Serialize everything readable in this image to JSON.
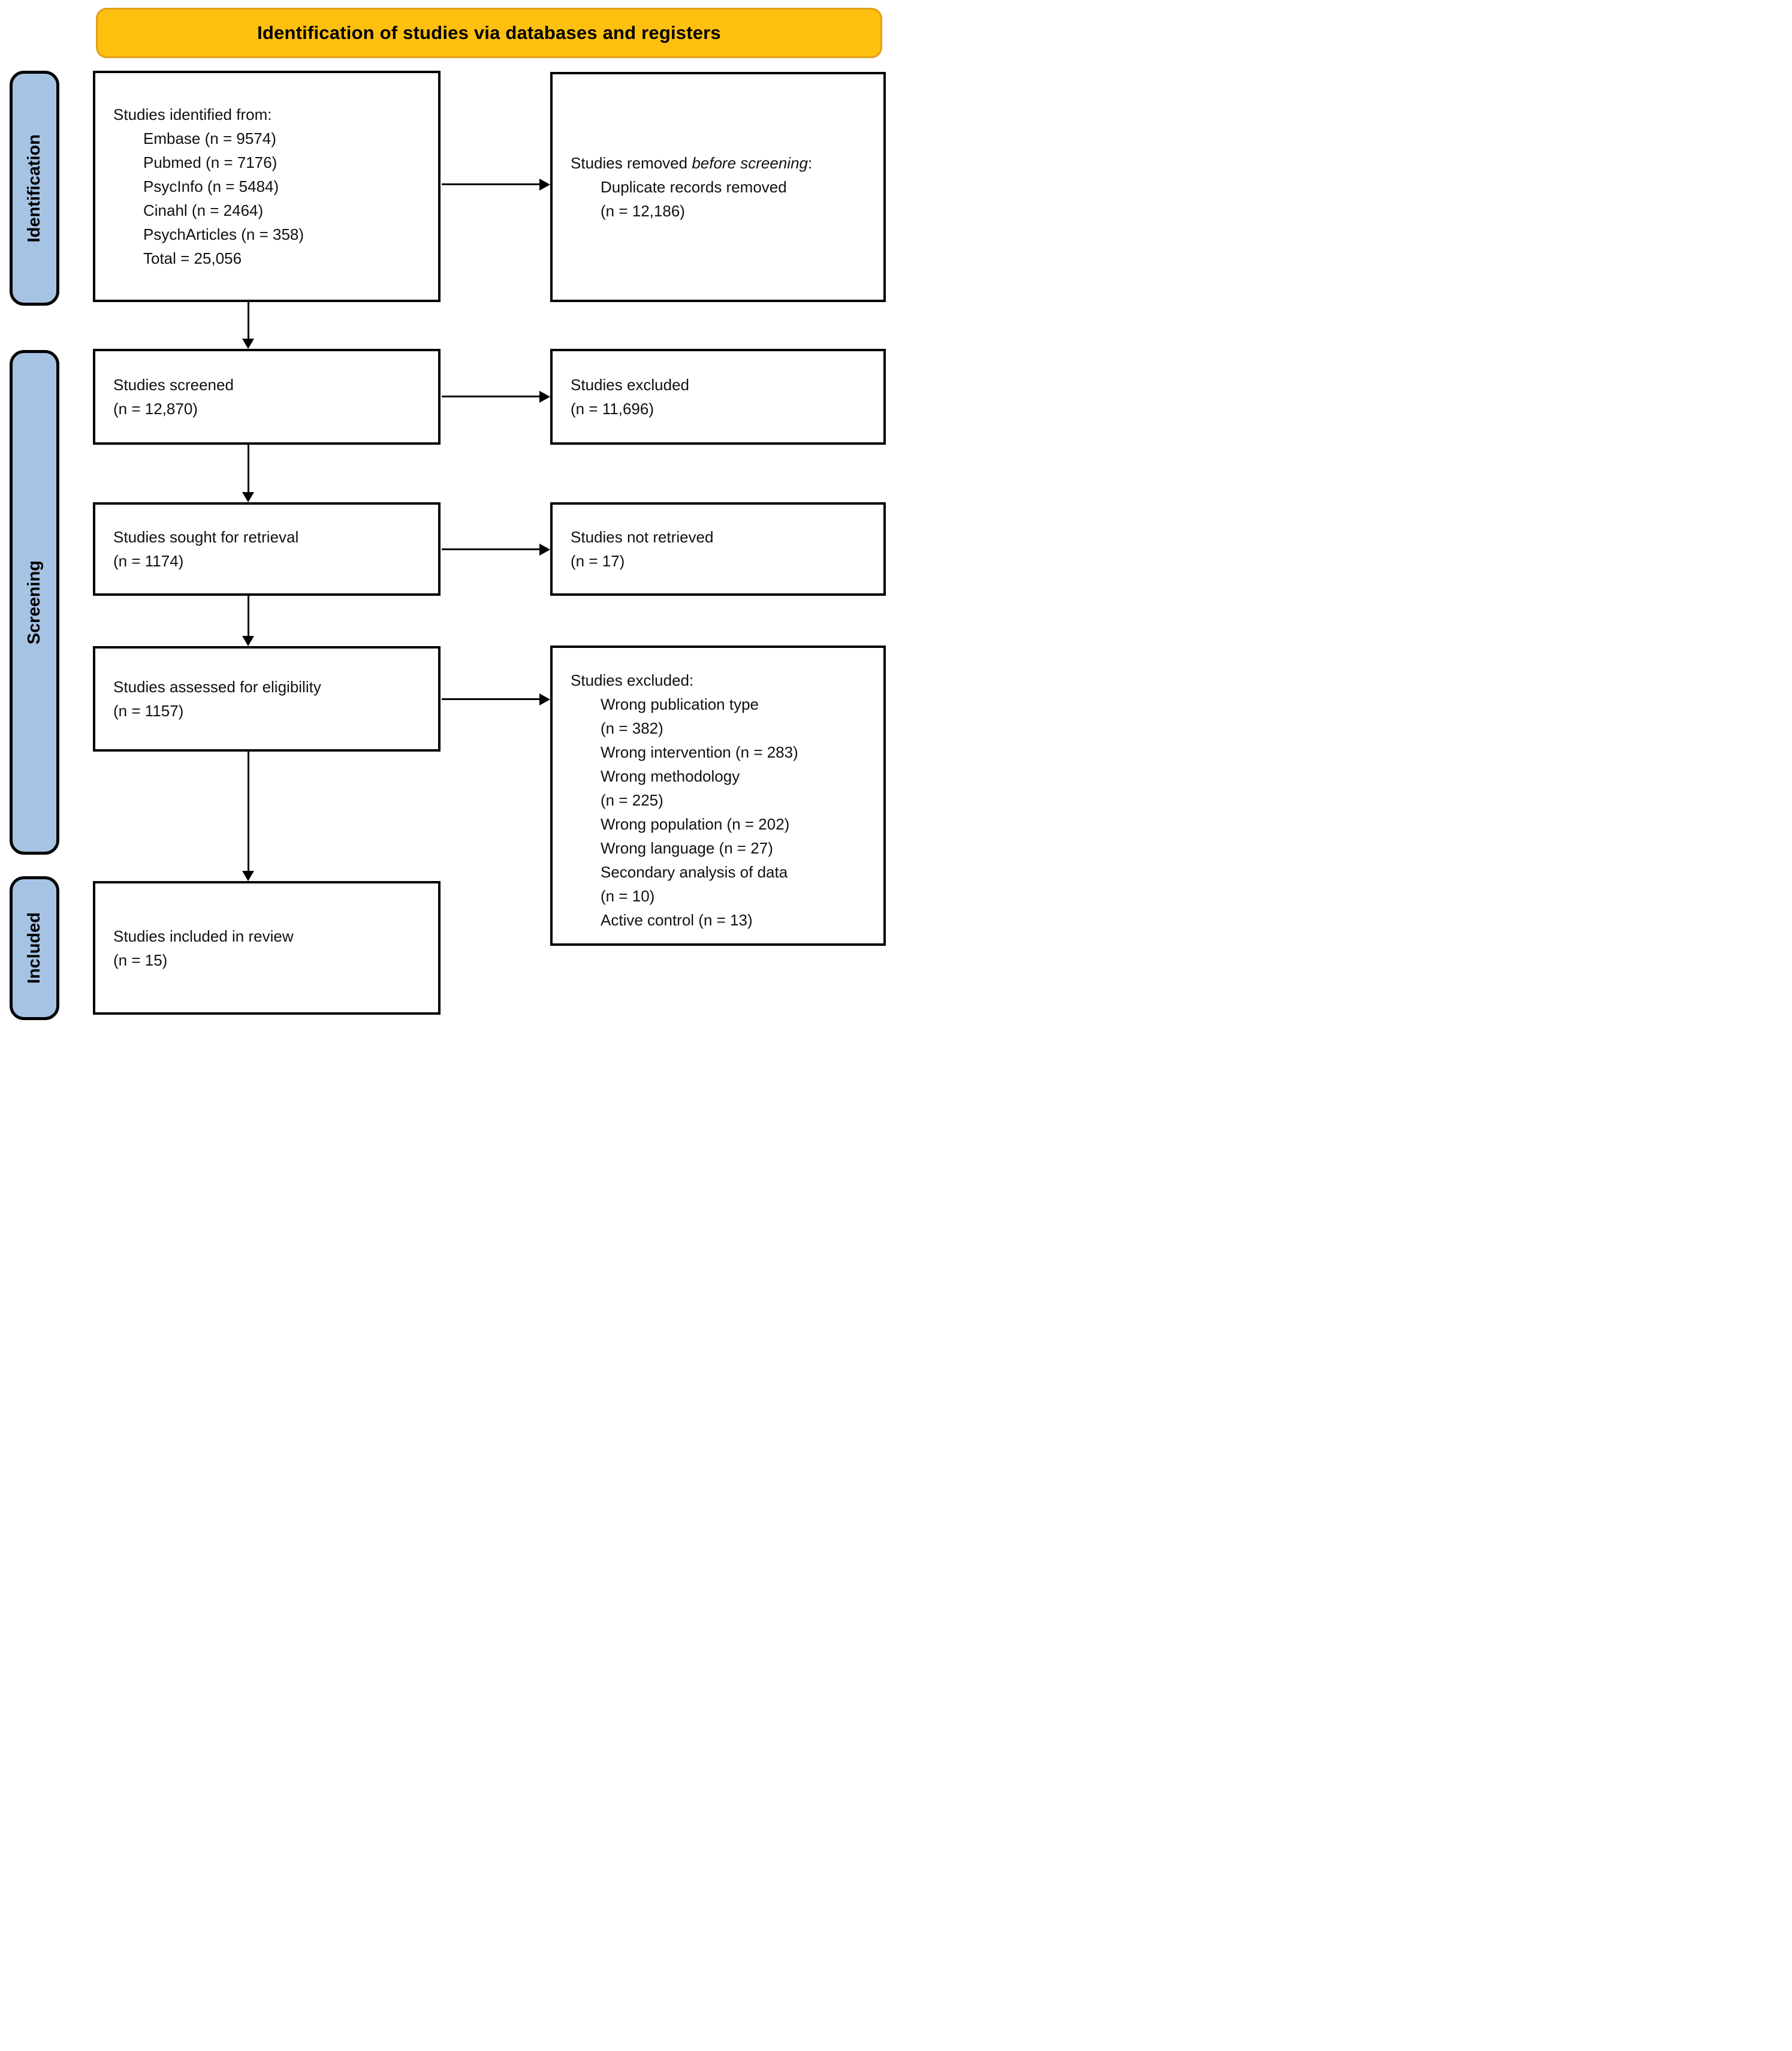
{
  "banner": {
    "title": "Identification of studies via databases and registers"
  },
  "sidebar": {
    "identification": "Identification",
    "screening": "Screening",
    "included": "Included"
  },
  "boxes": {
    "identified": {
      "lines": [
        "Studies identified from:",
        "Embase (n = 9574)",
        "Pubmed (n = 7176)",
        "PsycInfo (n = 5484)",
        "Cinahl (n = 2464)",
        "PsychArticles (n = 358)",
        "Total = 25,056"
      ]
    },
    "removed": {
      "title_pre": "Studies removed ",
      "title_italic": "before screening",
      "title_post": ":",
      "lines": [
        "Duplicate records removed",
        "(n = 12,186)"
      ]
    },
    "screened": {
      "lines": [
        "Studies screened",
        "(n = 12,870)"
      ]
    },
    "excluded_screening": {
      "lines": [
        "Studies excluded",
        "(n = 11,696)"
      ]
    },
    "sought": {
      "lines": [
        "Studies sought for retrieval",
        "(n = 1174)"
      ]
    },
    "not_retrieved": {
      "lines": [
        "Studies not retrieved",
        "(n = 17)"
      ]
    },
    "assessed": {
      "lines": [
        "Studies assessed for eligibility",
        "(n = 1157)"
      ]
    },
    "excluded_eligibility": {
      "title": "Studies excluded:",
      "lines": [
        "Wrong publication type",
        "(n = 382)",
        "Wrong intervention (n = 283)",
        "Wrong methodology",
        "(n = 225)",
        "Wrong population (n = 202)",
        "Wrong language (n = 27)",
        "Secondary analysis of data",
        "(n = 10)",
        "Active control (n = 13)"
      ]
    },
    "included_review": {
      "lines": [
        "Studies included in review",
        "(n = 15)"
      ]
    }
  },
  "colors": {
    "banner_fill": "#FEC00F",
    "banner_border": "#DFA019",
    "sidebar_fill": "#A6C3E3",
    "sidebar_border": "#000000",
    "box_border": "#000000",
    "arrow": "#000000",
    "text": "#111111",
    "background": "#FFFFFF"
  }
}
